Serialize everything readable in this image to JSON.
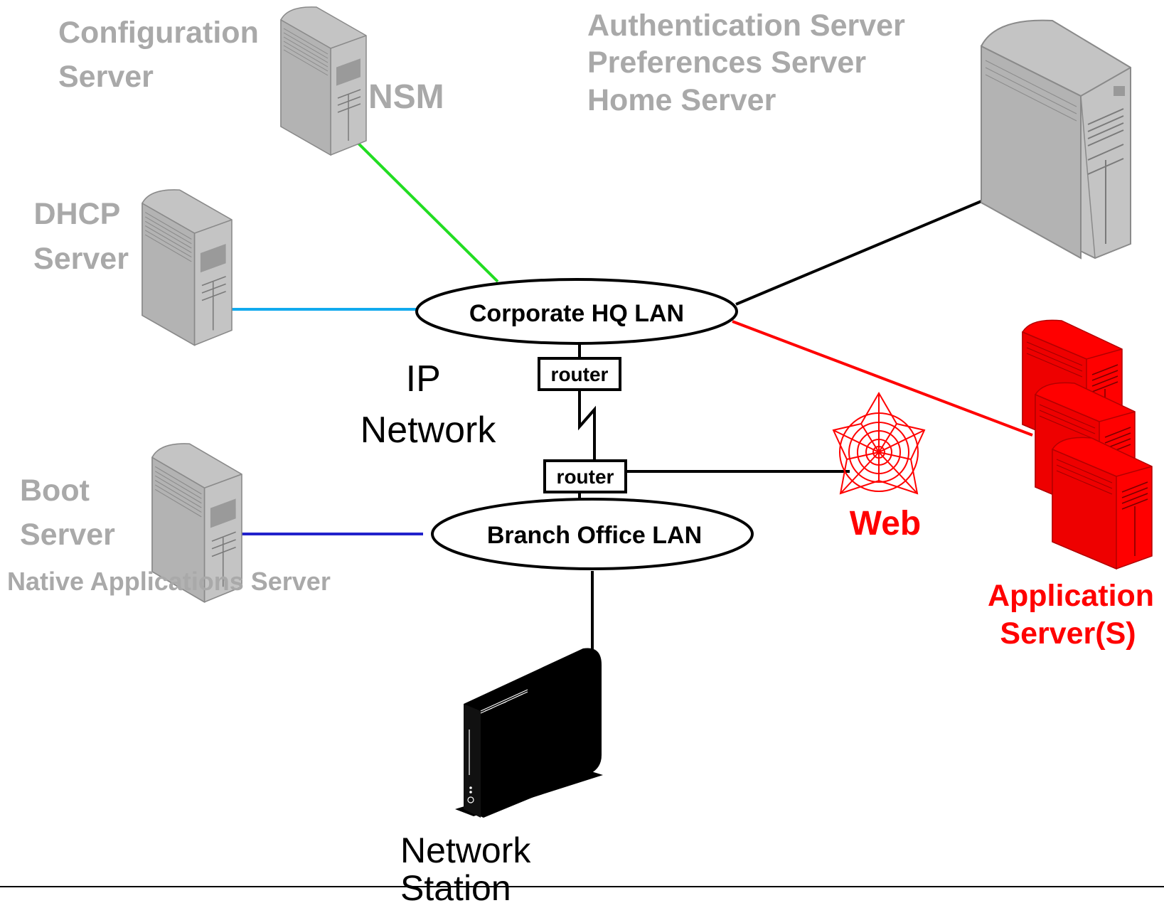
{
  "labels": {
    "configuration_server": [
      "Configuration",
      "Server"
    ],
    "nsm": "NSM",
    "auth_servers": [
      "Authentication Server",
      "Preferences Server",
      "Home Server"
    ],
    "dhcp_server": [
      "DHCP",
      "Server"
    ],
    "corporate_lan": "Corporate HQ LAN",
    "router_top": "router",
    "router_bottom": "router",
    "ip_network": [
      "IP",
      "Network"
    ],
    "boot_server": [
      "Boot",
      "Server"
    ],
    "native_apps_server": "Native Applications Server",
    "branch_lan": "Branch Office LAN",
    "web": "Web",
    "application_servers": [
      "Application",
      "Server(S)"
    ],
    "network_station": [
      "Network",
      "Station"
    ]
  },
  "colors": {
    "server_gray": "#a9a9a9",
    "label_gray": "#a9a9a9",
    "app_red": "#ff0000",
    "link_green": "#22dd22",
    "link_cyan": "#11aaee",
    "link_blue": "#2222cc",
    "link_black": "#000000",
    "link_red": "#ff0000"
  },
  "icons": {
    "configuration_server": "tower-server-icon",
    "dhcp_server": "tower-server-icon",
    "boot_server": "tower-server-icon",
    "auth_server": "large-server-cabinet-icon",
    "application_servers": "stacked-server-icon",
    "web": "spider-web-icon",
    "network_station": "thin-client-icon"
  }
}
